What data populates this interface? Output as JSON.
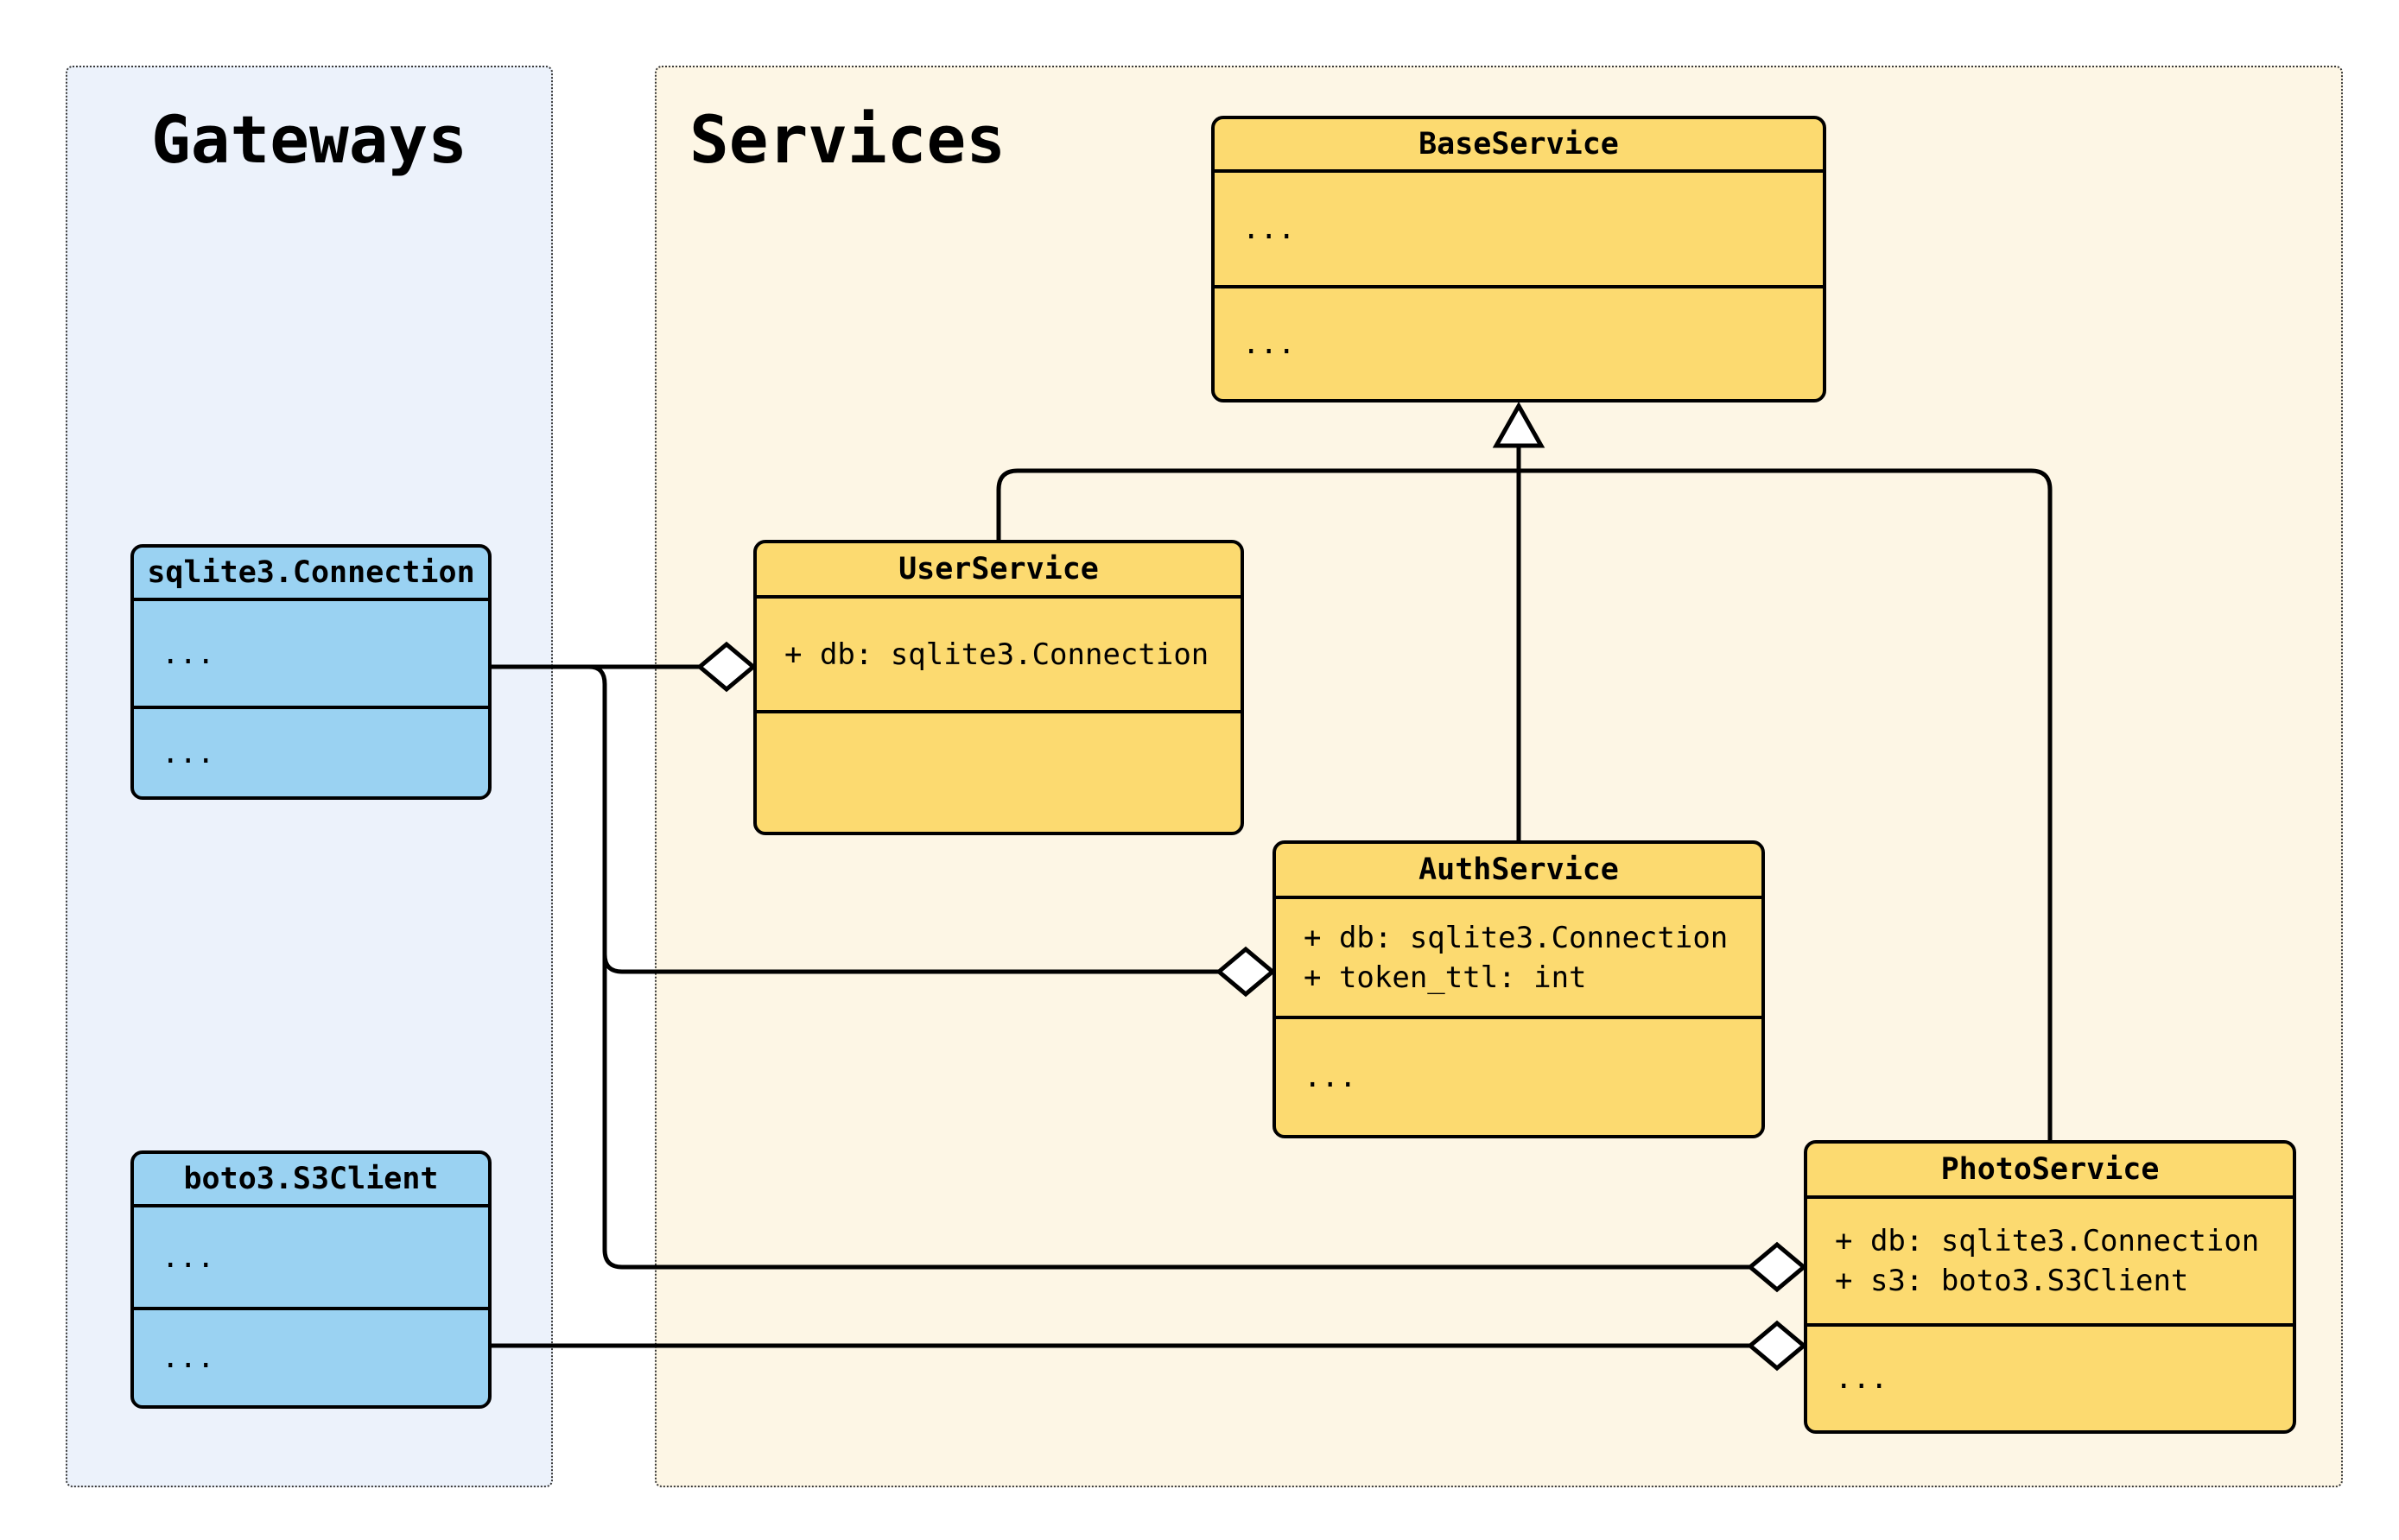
{
  "diagram_title": "",
  "groups": [
    {
      "label": "Gateways"
    },
    {
      "label": "Services"
    }
  ],
  "classes": [
    {
      "name": "BaseService",
      "group": "Services",
      "attributes": [
        "..."
      ],
      "methods": [
        "..."
      ]
    },
    {
      "name": "UserService",
      "group": "Services",
      "attributes": [
        "+ db: sqlite3.Connection"
      ],
      "methods": []
    },
    {
      "name": "AuthService",
      "group": "Services",
      "attributes": [
        "+ db: sqlite3.Connection",
        "+ token_ttl: int"
      ],
      "methods": [
        "..."
      ]
    },
    {
      "name": "PhotoService",
      "group": "Services",
      "attributes": [
        "+ db: sqlite3.Connection",
        "+ s3: boto3.S3Client"
      ],
      "methods": [
        "..."
      ]
    },
    {
      "name": "sqlite3.Connection",
      "group": "Gateways",
      "attributes": [
        "..."
      ],
      "methods": [
        "..."
      ]
    },
    {
      "name": "boto3.S3Client",
      "group": "Gateways",
      "attributes": [
        "..."
      ],
      "methods": [
        "..."
      ]
    }
  ],
  "relationships": [
    {
      "type": "inheritance",
      "from": "UserService",
      "to": "BaseService"
    },
    {
      "type": "inheritance",
      "from": "AuthService",
      "to": "BaseService"
    },
    {
      "type": "inheritance",
      "from": "PhotoService",
      "to": "BaseService"
    },
    {
      "type": "aggregation",
      "from": "sqlite3.Connection",
      "to": "UserService"
    },
    {
      "type": "aggregation",
      "from": "sqlite3.Connection",
      "to": "AuthService"
    },
    {
      "type": "aggregation",
      "from": "sqlite3.Connection",
      "to": "PhotoService"
    },
    {
      "type": "aggregation",
      "from": "boto3.S3Client",
      "to": "PhotoService"
    }
  ],
  "colors": {
    "canvas": "#ffffff",
    "gateways_group_bg": "#ecf2fb",
    "services_group_bg": "#fdf6e5",
    "gateway_class_fill": "#9ad2f2",
    "service_class_fill": "#fcda70",
    "stroke": "#000000"
  }
}
